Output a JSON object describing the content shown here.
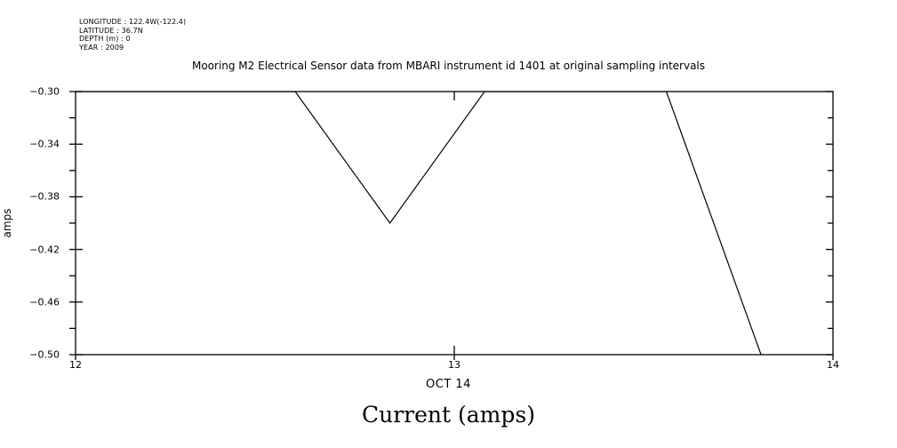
{
  "metadata": {
    "lines": [
      "LONGITUDE : 122.4W(-122.4)",
      "LATITUDE : 36.7N",
      "DEPTH (m) : 0",
      "YEAR : 2009"
    ],
    "longitude": "122.4W(-122.4)",
    "latitude": "36.7N",
    "depth_m": "0",
    "year": "2009"
  },
  "caption": "Current (amps)",
  "chart_data": {
    "type": "line",
    "title": "Mooring M2 Electrical Sensor data from MBARI instrument id 1401 at original sampling intervals",
    "xlabel": "OCT 14",
    "ylabel": "amps",
    "xlim": [
      12,
      14
    ],
    "ylim": [
      -0.5,
      -0.3
    ],
    "grid": false,
    "legend": false,
    "line_color": "#000000",
    "frame_color": "#000000",
    "background": "#ffffff",
    "xticks": [
      12,
      13,
      14
    ],
    "xtick_labels": [
      "12",
      "13",
      "14"
    ],
    "yticks": [
      -0.3,
      -0.34,
      -0.38,
      -0.42,
      -0.46,
      -0.5
    ],
    "ytick_labels": [
      "-0.30",
      "-0.34",
      "-0.38",
      "-0.42",
      "-0.46",
      "-0.50"
    ],
    "yminor_ticks": [
      -0.32,
      -0.36,
      -0.4,
      -0.44,
      -0.48
    ],
    "clipped_at_top": true,
    "note": "Series is clipped at the -0.30 upper limit; values above -0.30 are drawn along the top frame.",
    "series": [
      {
        "name": "Current (amps)",
        "x": [
          12.0,
          12.58,
          12.83,
          13.08,
          13.56,
          13.81
        ],
        "y": [
          -0.3,
          -0.3,
          -0.4,
          -0.3,
          -0.3,
          -0.5
        ]
      }
    ]
  }
}
